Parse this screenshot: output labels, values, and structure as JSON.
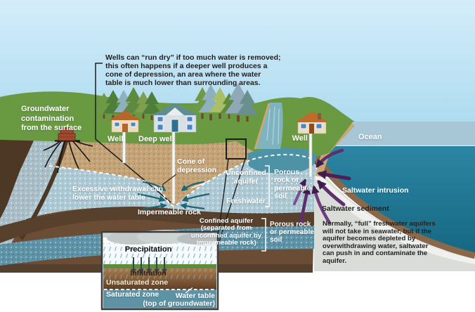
{
  "labels": {
    "wells_note": "Wells can “run dry” if too much water is removed;\nthis often happens if a deeper well produces a\ncone of depression, an area where the water\ntable is much lower than surrounding areas.",
    "groundwater_contamination": "Groundwater\ncontamination\nfrom the surface",
    "well_left": "Well",
    "deep_well": "Deep well",
    "cone_of_depression": "Cone of\ndepression",
    "excessive_withdrawal": "Excessive withdrawal can\nlower the water table",
    "impermeable_rock": "Impermeable rock",
    "unconfined_aquifer": "Unconfined\naquifer",
    "freshwater": "Freshwater",
    "porous_rock_upper": "Porous\nrock or\npermeable\nsoil",
    "confined_aquifer": "Confined aquifer\n(separated from\nunconfined aquifer by\nimpermeable rock)",
    "porous_rock_lower": "Porous rock\nor permeable\nsoil",
    "well_right": "Well",
    "ocean": "Ocean",
    "saltwater_intrusion": "Saltwater intrusion",
    "saltwater_sediment": "Saltwater sediment",
    "saltwater_note": "Normally, “full” freshwater aquifers\nwill not take in seawater, but if the\naquifer becomes depleted by\noverwithdrawing water, saltwater\ncan push in and contaminate the\naquifer."
  },
  "inset": {
    "precipitation": "Precipitation",
    "infiltration": "Infiltration",
    "unsaturated_zone": "Unsaturated zone",
    "saturated_zone": "Saturated zone",
    "water_table": "Water table\n(top of groundwater)"
  },
  "colors": {
    "sky": "#cdeaf8",
    "grass": "#699a42",
    "soil_tan": "#c3a377",
    "unconfined_aquifer": "#adc9d4",
    "impermeable_rock": "#57402c",
    "confined_aquifer_band": "#5e93a8",
    "base_brown": "#6b4d36",
    "ocean_surface": "#a7c6d6",
    "ocean_deep": "#217795",
    "seabed_brown": "#8a684a",
    "sediment_gray": "#dadcd8",
    "intrusion_arrow_purple": "#5e2f6b",
    "withdrawal_arrow_teal": "#1d6575",
    "label_white": "#ffffff",
    "note_text_dark": "#232323",
    "unsaturated_text_cream": "#f2e9d0"
  }
}
